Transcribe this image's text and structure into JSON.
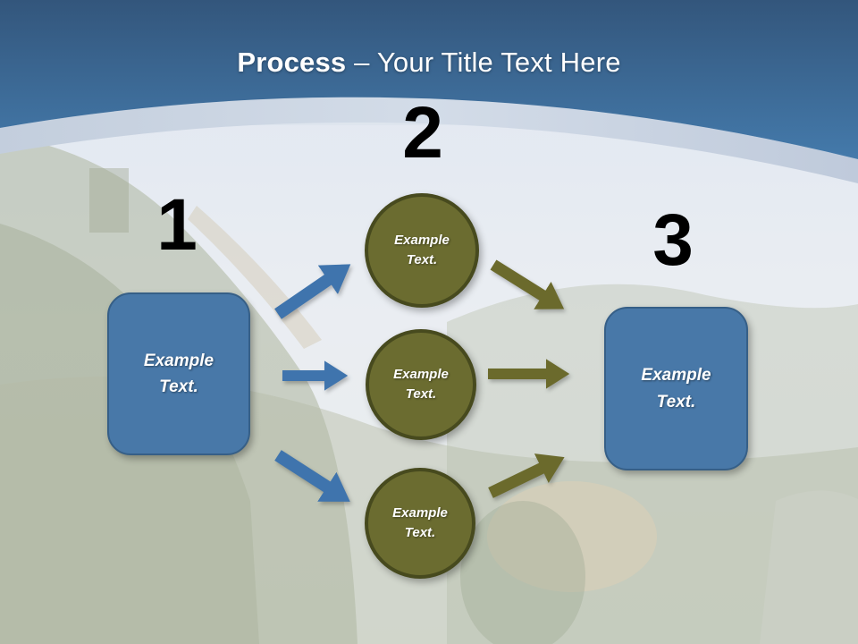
{
  "slide": {
    "title": {
      "bold": "Process",
      "rest": " – Your Title Text Here"
    },
    "steps": [
      {
        "number": "1",
        "shape": "rounded-rectangle",
        "label": "Example Text."
      },
      {
        "number": "2",
        "shape": "circle-group",
        "labels": [
          "Example Text.",
          "Example Text.",
          "Example Text."
        ]
      },
      {
        "number": "3",
        "shape": "rounded-rectangle",
        "label": "Example Text."
      }
    ],
    "flow": [
      "left-box to top-circle",
      "left-box to middle-circle",
      "left-box to bottom-circle",
      "top-circle to right-box",
      "middle-circle to right-box",
      "bottom-circle to right-box"
    ],
    "background_description": "faded Great Wall of China photo under curved blue header band",
    "colors": {
      "header_gradient_top": "#33567c",
      "header_gradient_bottom": "#447aab",
      "curve_band_light": "#c9d3e1",
      "sky": "#dde4ee",
      "box_fill": "#4878a8",
      "box_border": "#365f87",
      "circle_fill": "#6b6c30",
      "circle_border": "#474a1e",
      "arrow_blue": "#3f74ad",
      "arrow_olive": "#6b6a2c",
      "title_text": "#ffffff",
      "number_text": "#000000",
      "shape_text": "#ffffff"
    }
  }
}
